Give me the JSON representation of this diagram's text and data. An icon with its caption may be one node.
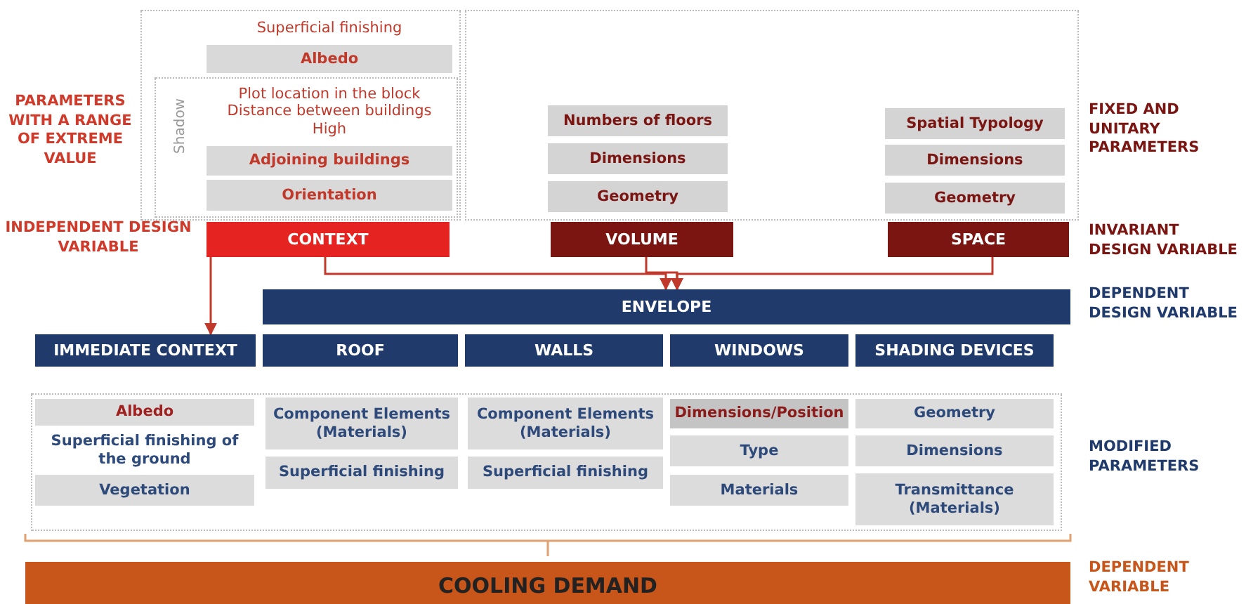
{
  "diagram": {
    "nodes": [
      {
        "text": [],
        "shape": "box"
      },
      {
        "text": [
          "Superficial finishing"
        ],
        "in": 0
      },
      {
        "text": [
          "Albedo"
        ],
        "in": 0
      },
      {
        "text": [
          "Shadow"
        ],
        "in": 0
      },
      {
        "text": [
          "Plot location in the block",
          "Distance between buildings",
          "High"
        ],
        "in": 3
      },
      {
        "text": [
          "Adjoining buildings"
        ],
        "in": 3
      },
      {
        "text": [
          "Orientation"
        ],
        "in": 3
      },
      {
        "text": [],
        "shape": "box"
      },
      {
        "text": [
          "Numbers of floors"
        ],
        "in": 7
      },
      {
        "text": [
          "Dimensions"
        ],
        "in": 7
      },
      {
        "text": [
          "Geometry"
        ],
        "in": 7
      },
      {
        "text": [
          "Spatial Typology"
        ],
        "in": 7
      },
      {
        "text": [
          "Dimensions"
        ],
        "in": 7
      },
      {
        "text": [
          "Geometry"
        ],
        "in": 7
      },
      {
        "text": [
          "CONTEXT"
        ]
      },
      {
        "text": [
          "VOLUME"
        ]
      },
      {
        "text": [
          "SPACE"
        ]
      },
      {
        "text": [
          "ENVELOPE"
        ]
      },
      {
        "text": [
          "IMMEDIATE CONTEXT"
        ]
      },
      {
        "text": [
          "ROOF"
        ]
      },
      {
        "text": [
          "WALLS"
        ]
      },
      {
        "text": [
          "WINDOWS"
        ]
      },
      {
        "text": [
          "SHADING DEVICES"
        ]
      },
      {
        "text": [],
        "shape": "box"
      },
      {
        "text": [
          "Albedo"
        ],
        "in": 23
      },
      {
        "text": [
          "Superficial finishing of the ground"
        ],
        "in": 23
      },
      {
        "text": [
          "Vegetation"
        ],
        "in": 23
      },
      {
        "text": [
          "Component Elements (Materials)"
        ],
        "in": 23
      },
      {
        "text": [
          "Superficial finishing"
        ],
        "in": 23
      },
      {
        "text": [
          "Component Elements (Materials)"
        ],
        "in": 23
      },
      {
        "text": [
          "Superficial finishing"
        ],
        "in": 23
      },
      {
        "text": [
          "Dimensions/Position"
        ],
        "in": 23
      },
      {
        "text": [
          "Type"
        ],
        "in": 23
      },
      {
        "text": [
          "Materials"
        ],
        "in": 23
      },
      {
        "text": [
          "Geometry"
        ],
        "in": 23
      },
      {
        "text": [
          "Dimensions"
        ],
        "in": 23
      },
      {
        "text": [
          "Transmittance (Materials)"
        ],
        "in": 23
      },
      {
        "text": [
          "COOLING DEMAND"
        ]
      }
    ],
    "edges": [
      {
        "from": 14,
        "to": 18,
        "arrow": "to"
      },
      {
        "from": 14,
        "to": 17,
        "arrow": "to"
      },
      {
        "from": 15,
        "to": 17,
        "arrow": "to"
      },
      {
        "from": 16,
        "to": 17,
        "arrow": "to"
      }
    ],
    "labels": [
      "PARAMETERS WITH A RANGE OF EXTREME VALUE",
      "FIXED AND UNITARY PARAMETERS",
      "INDEPENDENT DESIGN VARIABLE",
      "INVARIANT DESIGN VARIABLE",
      "DEPENDENT DESIGN VARIABLE",
      "MODIFIED PARAMETERS",
      "DEPENDENT VARIABLE"
    ]
  }
}
